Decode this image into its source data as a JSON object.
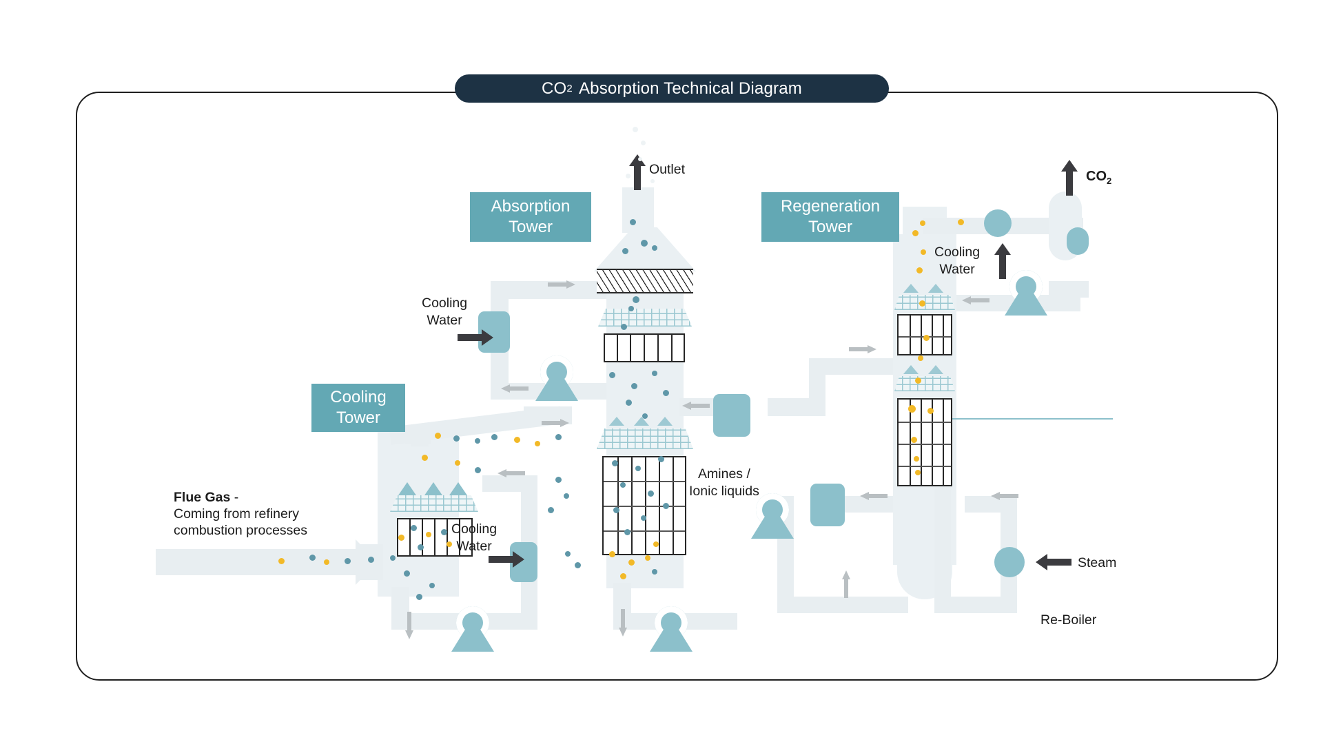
{
  "diagram": {
    "title_main": "Absorption Technical Diagram",
    "title_formula": "CO",
    "title_sub": "2"
  },
  "tags": {
    "absorption_tower": "Absorption\nTower",
    "absorption_tower_l1": "Absorption",
    "absorption_tower_l2": "Tower",
    "regeneration_tower_l1": "Regeneration",
    "regeneration_tower_l2": "Tower",
    "cooling_tower_l1": "Cooling",
    "cooling_tower_l2": "Tower"
  },
  "labels": {
    "outlet": "Outlet",
    "co2": "CO",
    "co2_sub": "2",
    "steam": "Steam",
    "reboiler": "Re-Boiler",
    "amines_l1": "Amines /",
    "amines_l2": "Ionic liquids",
    "cooling_water_l1": "Cooling",
    "cooling_water_l2": "Water",
    "flue_gas_bold": "Flue Gas",
    "flue_gas_dash": " -",
    "flue_gas_l2": "Coming from refinery",
    "flue_gas_l3": "combustion processes"
  },
  "colors": {
    "title_bar": "#1d3244",
    "tag_teal": "#63a8b4",
    "equipment_teal": "#8cc0cb",
    "pipe": "#e8eef1",
    "particle_teal": "#5f97a8",
    "particle_yellow": "#f2b927",
    "arrow_dark": "#3b3b3f",
    "arrow_grey": "#b9bfc2",
    "border": "#1f1f1f"
  },
  "equipment": [
    {
      "name": "cooling-tower",
      "type": "packed-column"
    },
    {
      "name": "absorption-tower",
      "type": "packed-column"
    },
    {
      "name": "regeneration-tower",
      "type": "packed-column"
    },
    {
      "name": "reboiler",
      "type": "vessel"
    },
    {
      "name": "condenser",
      "type": "vessel"
    },
    {
      "name": "heat-exchanger",
      "type": "exchanger"
    },
    {
      "name": "pump",
      "type": "pump"
    }
  ]
}
